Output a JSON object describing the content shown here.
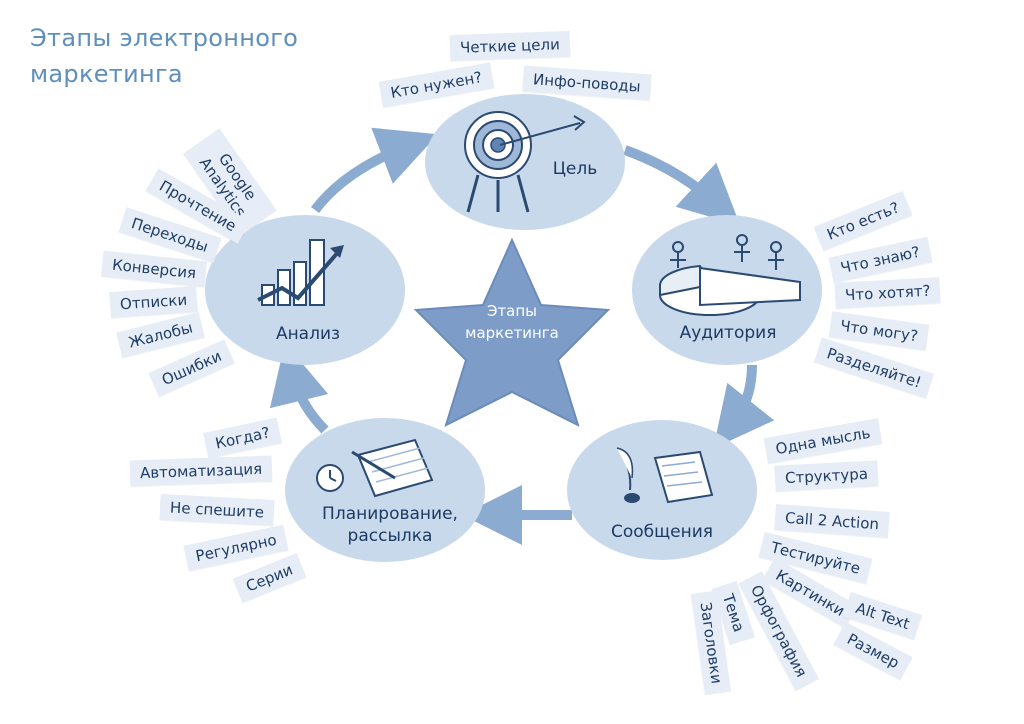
{
  "title": {
    "line1": "Этапы электронного",
    "line2": "маркетинга"
  },
  "center": {
    "line1": "Этапы",
    "line2": "маркетинга"
  },
  "nodes": {
    "goal": {
      "label": "Цель"
    },
    "audience": {
      "label": "Аудитория"
    },
    "messages": {
      "label": "Сообщения"
    },
    "planning": {
      "line1": "Планирование,",
      "line2": "рассылка"
    },
    "analysis": {
      "label": "Анализ"
    }
  },
  "tags": {
    "goal": [
      "Четкие цели",
      "Кто нужен?",
      "Инфо-поводы"
    ],
    "audience": [
      "Кто есть?",
      "Что знаю?",
      "Что хотят?",
      "Что могу?",
      "Разделяйте!"
    ],
    "messages": [
      "Одна мысль",
      "Структура",
      "Call 2 Action",
      "Тестируйте",
      "Картинки",
      "Alt Text",
      "Размер",
      "Орфография",
      "Тема",
      "Заголовки"
    ],
    "planning": [
      "Когда?",
      "Автоматизация",
      "Не спешите",
      "Регулярно",
      "Серии"
    ],
    "analysis": [
      "Google Analytics",
      "Прочтение",
      "Переходы",
      "Конверсия",
      "Отписки",
      "Жалобы",
      "Ошибки"
    ]
  },
  "colors": {
    "node_fill": "#c9d9ec",
    "arrow": "#8cabd0",
    "star": "#7d9dc8",
    "tag_bg": "#e6edf6",
    "text": "#1c3a63",
    "title": "#5f8fba"
  }
}
